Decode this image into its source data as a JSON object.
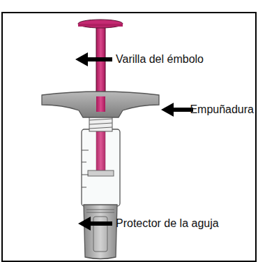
{
  "diagram": {
    "labels": [
      "Varilla del émbolo",
      "Empuñadura",
      "Protector de la aguja"
    ]
  }
}
